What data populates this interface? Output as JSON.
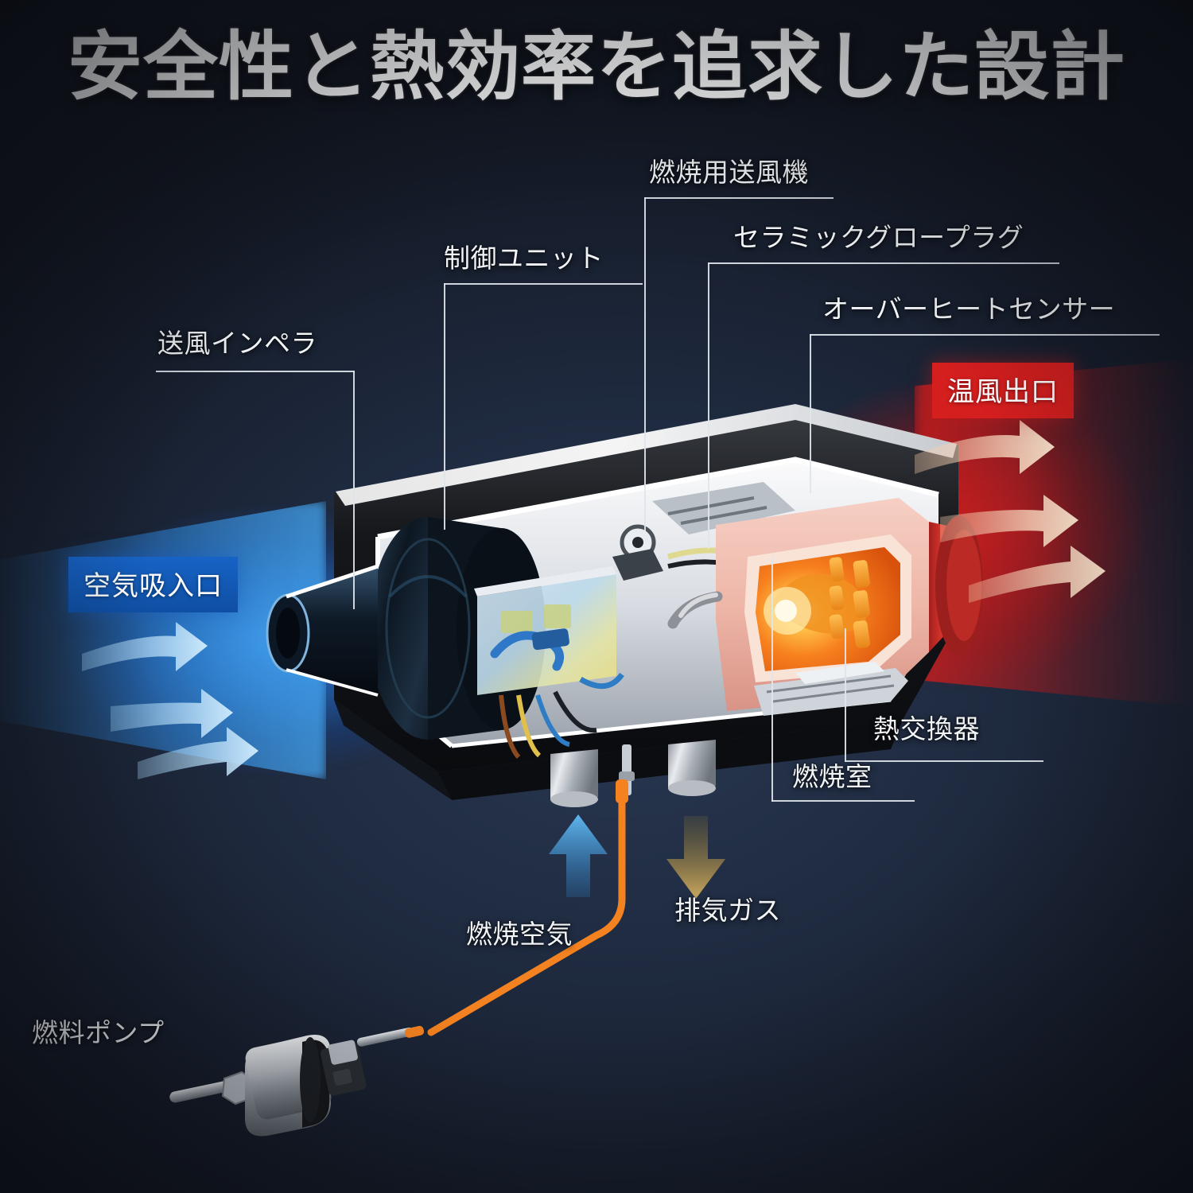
{
  "page": {
    "title": "安全性と熱効率を追求した設計",
    "background_color": "#1a2334",
    "accent_red": "#d51e1e",
    "accent_blue": "#1359b6",
    "accent_orange": "#f58220"
  },
  "badges": [
    {
      "id": "air-inlet",
      "label": "空気吸入口",
      "color": "#1359b6"
    },
    {
      "id": "hot-air-outlet",
      "label": "温風出口",
      "color": "#d51e1e"
    }
  ],
  "callouts": [
    {
      "id": "blower-impeller",
      "label": "送風インペラ"
    },
    {
      "id": "control-unit",
      "label": "制御ユニット"
    },
    {
      "id": "combustion-blower",
      "label": "燃焼用送風機"
    },
    {
      "id": "ceramic-glow-plug",
      "label": "セラミックグロープラグ"
    },
    {
      "id": "overheat-sensor",
      "label": "オーバーヒートセンサー"
    },
    {
      "id": "heat-exchanger",
      "label": "熱交換器"
    },
    {
      "id": "combustion-chamber",
      "label": "燃焼室"
    },
    {
      "id": "combustion-air",
      "label": "燃焼空気"
    },
    {
      "id": "exhaust-gas",
      "label": "排気ガス"
    },
    {
      "id": "fuel-pump",
      "label": "燃料ポンプ"
    }
  ],
  "flow_arrows": {
    "intake_count": 3,
    "outlet_count": 3,
    "combustion_air_direction": "up",
    "exhaust_gas_direction": "down",
    "intake_color": "#63b4ef",
    "outlet_color": "#f8d9bd",
    "exhaust_color": "#c6a35c"
  }
}
